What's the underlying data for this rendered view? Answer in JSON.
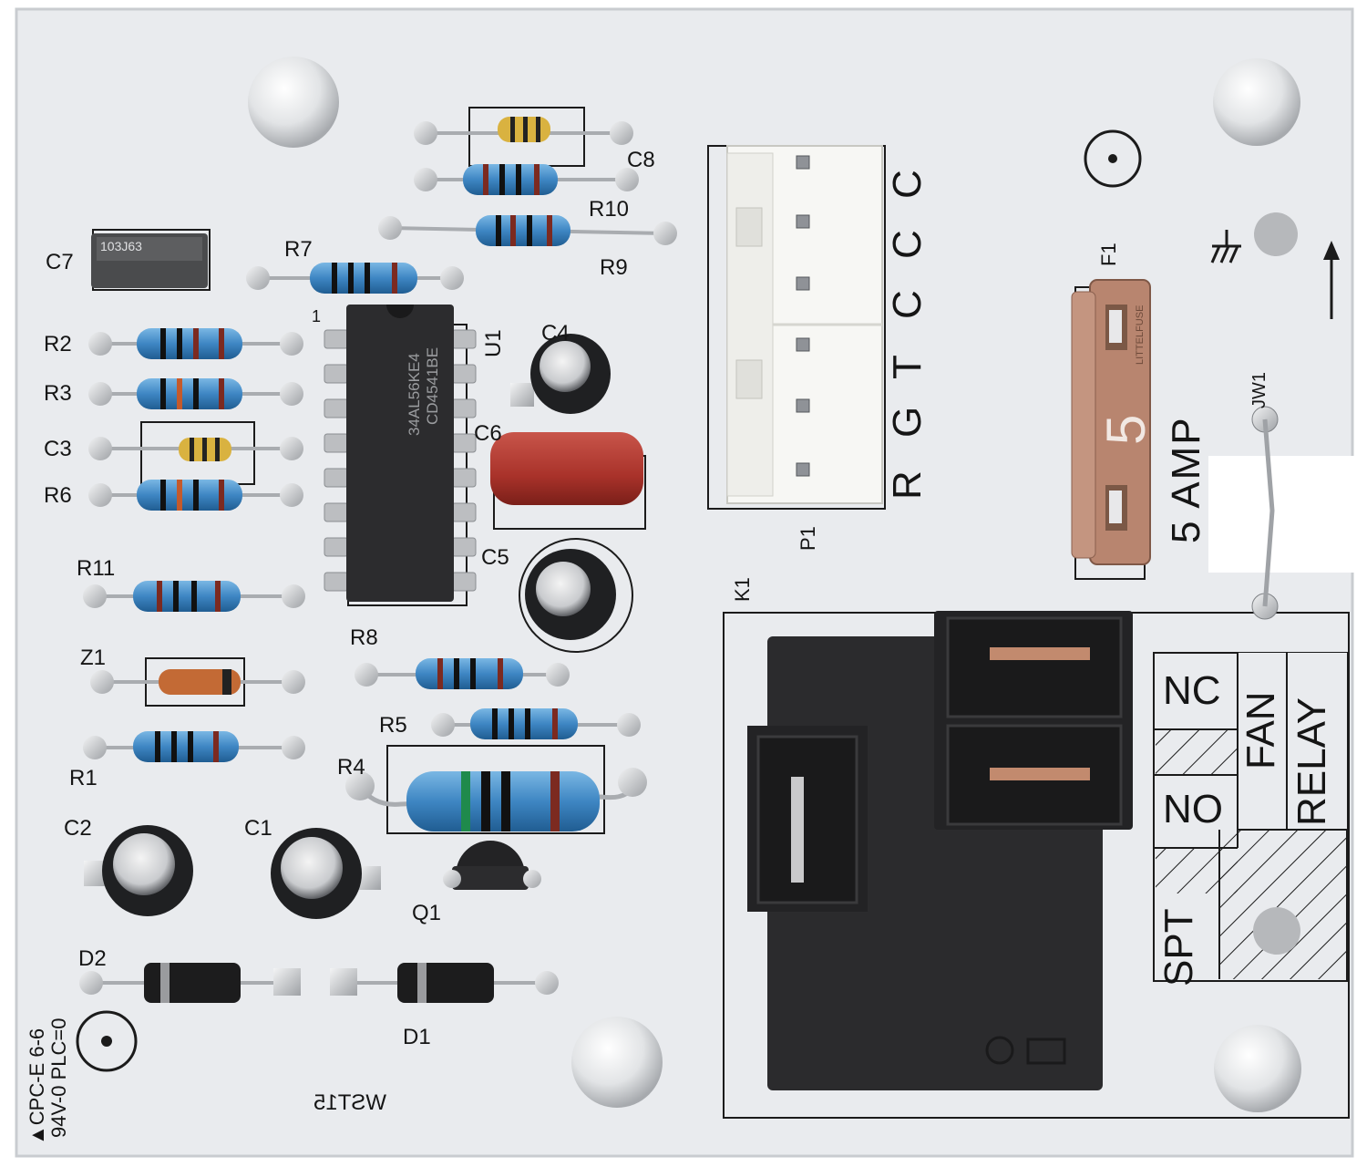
{
  "colors": {
    "board": "#e9ebee",
    "silkscreen": "#1b1b1b",
    "relay_body": "#2b2b2d",
    "fuse": "#b8856f",
    "resistor_blue": "#3e86c3",
    "capacitor_red": "#a9322a",
    "chip": "#2c2c2e",
    "connector": "#f5f5f2",
    "solder": "#c7c9cc"
  },
  "labels": {
    "c7": "C7",
    "c7_text": "103J63",
    "r7": "R7",
    "r2": "R2",
    "r3": "R3",
    "c3": "C3",
    "r6": "R6",
    "r11": "R11",
    "z1": "Z1",
    "r1": "R1",
    "c2": "C2",
    "c1": "C1",
    "d2": "D2",
    "d1": "D1",
    "q1": "Q1",
    "r4": "R4",
    "r5": "R5",
    "r8": "R8",
    "c8": "C8",
    "r10": "R10",
    "r9": "R9",
    "u1": "U1",
    "pin1": "1",
    "chip_line1": "34AL56KE4",
    "chip_line2": "CD4541BE",
    "c4": "C4",
    "c6": "C6",
    "c5": "C5",
    "p1": "P1",
    "k1": "K1",
    "f1": "F1",
    "fuse_value": "5",
    "fuse_brand": "LITTELFUSE",
    "fuse_rating": "5 AMP",
    "jw1": "JW1",
    "terminals": [
      "C",
      "C",
      "C",
      "T",
      "G",
      "R"
    ],
    "nc": "NC",
    "no": "NO",
    "spt": "SPT",
    "fan": "FAN",
    "relay": "RELAY",
    "board_id": "WST15",
    "cert_line1": "▲CPC-E  6-6",
    "cert_line2": "94V-0  PLC=0"
  }
}
